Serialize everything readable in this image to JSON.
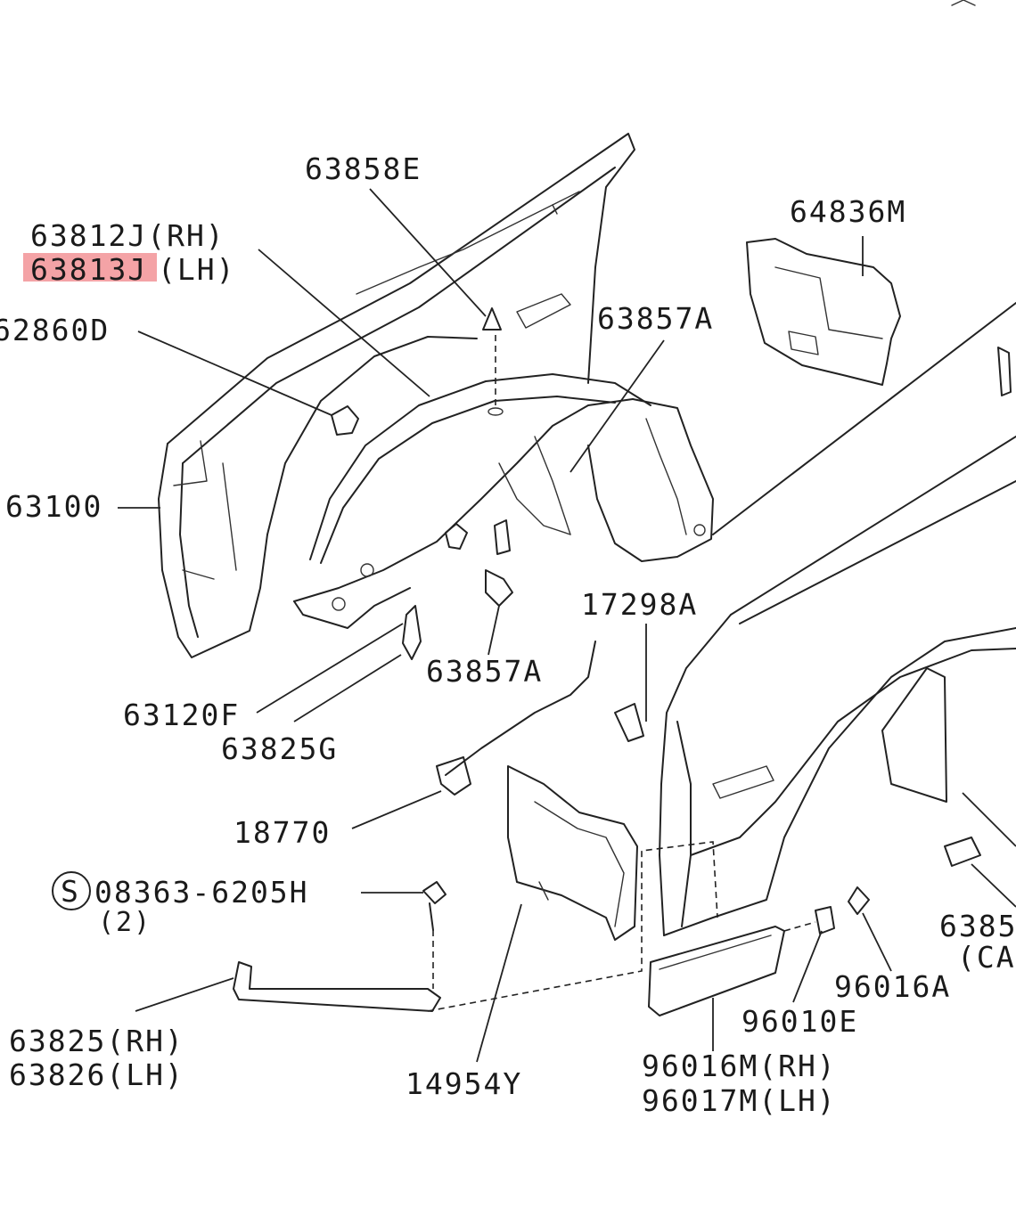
{
  "window": {
    "close_icon": "close-icon"
  },
  "highlight_color": "#f4a3a6",
  "labels": {
    "p63858E": "63858E",
    "p64836M": "64836M",
    "p63812J": "63812J(RH)",
    "p63813J": "63813J",
    "p63813J_suffix": "(LH)",
    "p62860D": "62860D",
    "p63857A_top": "63857A",
    "p63100": "63100",
    "p17298A": "17298A",
    "p63857A_bottom": "63857A",
    "p63120F": "63120F",
    "p63825G": "63825G",
    "p18770": "18770",
    "p08363": "08363-6205H",
    "p08363_qty": "(2)",
    "p08363_symbol": "S",
    "p63825": "63825(RH)",
    "p63826": "63826(LH)",
    "p14954Y": "14954Y",
    "p96016M": "96016M(RH)",
    "p96017M": "96017M(LH)",
    "p96010E": "96010E",
    "p96016A": "96016A",
    "p638_partial": "6385",
    "p638_partial_sub": "(CA"
  }
}
